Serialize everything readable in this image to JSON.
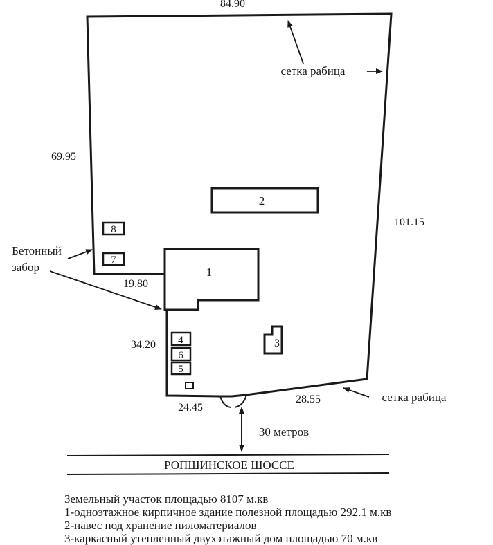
{
  "dimensions": {
    "top": "84.90",
    "left_upper": "69.95",
    "right": "101.15",
    "inner_horizontal": "19.80",
    "left_lower": "34.20",
    "bottom_left": "24.45",
    "bottom_right": "28.55"
  },
  "labels": {
    "mesh_fence_top": "сетка рабица",
    "mesh_fence_bottom": "сетка рабица",
    "concrete_fence_line1": "Бетонный",
    "concrete_fence_line2": "забор",
    "distance_to_road": "30 метров",
    "road_name": "РОПШИНСКОЕ ШОССЕ"
  },
  "buildings": {
    "b1": "1",
    "b2": "2",
    "b3": "3",
    "b4": "4",
    "b5": "5",
    "b6": "6",
    "b7": "7",
    "b8": "8"
  },
  "legend": {
    "area": "Земельный участок площадью 8107 м.кв",
    "item1": "1-одноэтажное кирпичное здание полезной площадью 292.1 м.кв",
    "item2": "2-навес под хранение пиломатериалов",
    "item3": "3-каркасный утепленный двухэтажный дом  площадью 70 м.кв"
  },
  "colors": {
    "ink": "#1a1a1a",
    "paper": "#ffffff"
  }
}
